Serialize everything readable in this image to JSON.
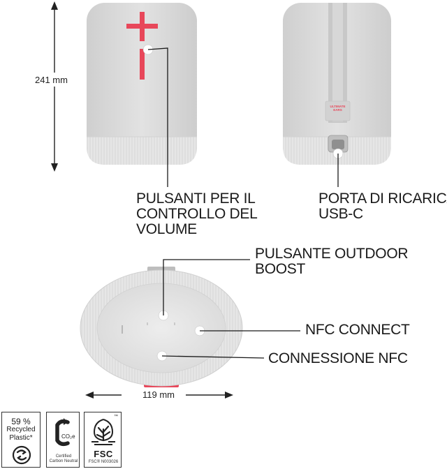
{
  "dimensions": {
    "height": "241 mm",
    "depth": "119 mm"
  },
  "callouts": {
    "volume_buttons": [
      "PULSANTI PER IL",
      "CONTROLLO DEL",
      "VOLUME"
    ],
    "charging_port": [
      "PORTA DI RICARICA",
      "USB-C"
    ],
    "outdoor_boost": [
      "PULSANTE OUTDOOR",
      "BOOST"
    ],
    "nfc_connect": "NFC CONNECT",
    "nfc_connection": "CONNESSIONE NFC"
  },
  "strap_tag": [
    "ULTIMATE",
    "EARS"
  ],
  "badges": {
    "recycled": {
      "percent": "59 %",
      "line1": "Recycled",
      "line2": "Plastic*"
    },
    "carbon": {
      "symbol": "CO₂e",
      "line1": "Certified",
      "line2": "Carbon Neutral"
    },
    "fsc": {
      "label": "FSC",
      "code": "FSC® N003026",
      "tm": "™"
    }
  },
  "colors": {
    "speaker_body": "#dcdcdc",
    "speaker_base": "#e8e8e8",
    "accent_red": "#e8475a",
    "strap": "#c9c9c9"
  },
  "icons": [
    "plus-icon",
    "minus-icon",
    "recycle-icon",
    "carbon-c-icon",
    "fsc-tree-icon"
  ]
}
